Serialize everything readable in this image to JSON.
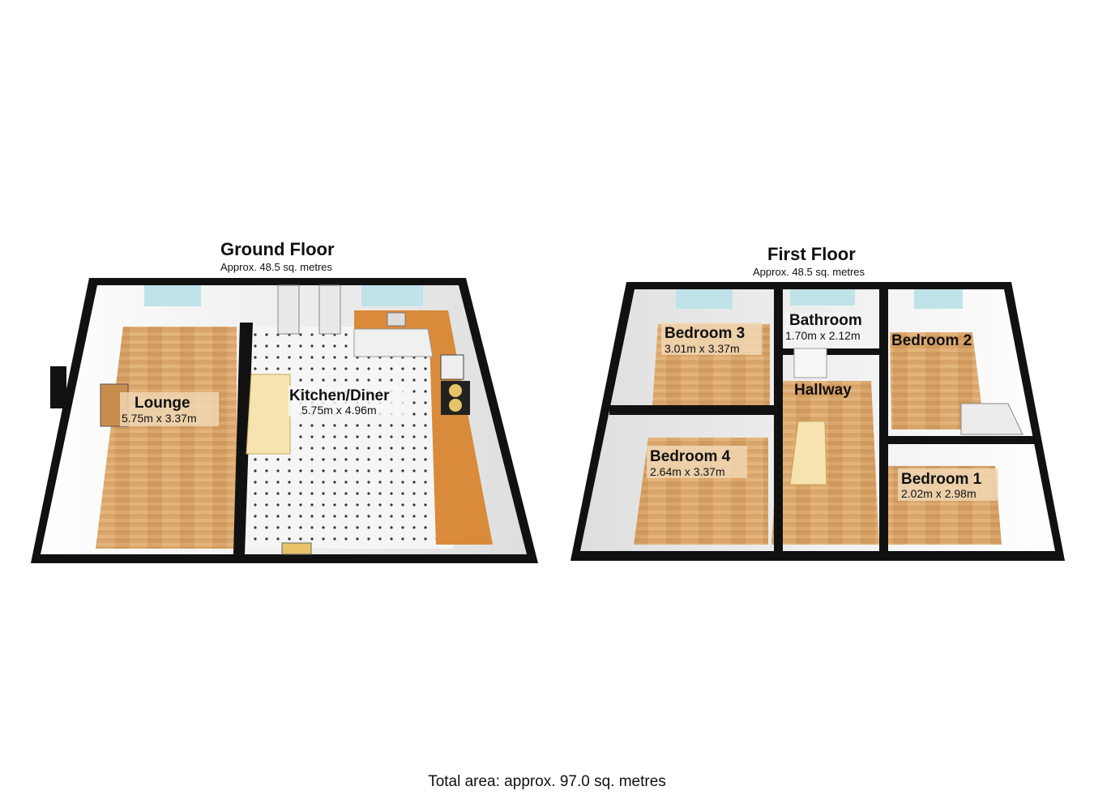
{
  "ground_floor": {
    "title": "Ground Floor",
    "area": "Approx. 48.5 sq. metres",
    "rooms": [
      {
        "name": "Lounge",
        "dims": "5.75m x 3.37m"
      },
      {
        "name": "Kitchen/Diner",
        "dims": "5.75m x 4.96m"
      }
    ]
  },
  "first_floor": {
    "title": "First Floor",
    "area": "Approx. 48.5 sq. metres",
    "rooms": [
      {
        "name": "Bedroom 3",
        "dims": "3.01m x 3.37m"
      },
      {
        "name": "Bathroom",
        "dims": "1.70m x 2.12m"
      },
      {
        "name": "Bedroom 2",
        "dims": ""
      },
      {
        "name": "Hallway",
        "dims": ""
      },
      {
        "name": "Bedroom 4",
        "dims": "2.64m x 3.37m"
      },
      {
        "name": "Bedroom 1",
        "dims": "2.02m x 2.98m"
      }
    ]
  },
  "footer": {
    "total": "Total area: approx. 97.0 sq. metres"
  },
  "colors": {
    "wall": "#111111",
    "wood_floor": "#d9a66a",
    "tile_floor": "#f4f4f4",
    "worktop": "#d98a3a",
    "window": "#bfe3e8"
  }
}
